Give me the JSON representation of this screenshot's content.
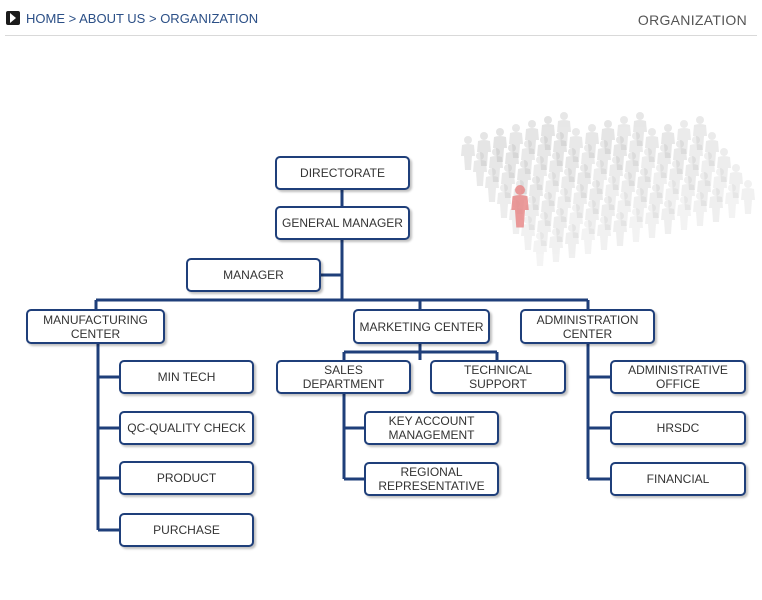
{
  "breadcrumb": {
    "home": "HOME",
    "about": "ABOUT US",
    "current": "ORGANIZATION",
    "separator": ">"
  },
  "page_title": "ORGANIZATION",
  "colors": {
    "line": "#1f3f7a",
    "link": "#2b4f86",
    "highlight_figure": "#e88a8a"
  },
  "org": {
    "directorate": "DIRECTORATE",
    "general_manager": "GENERAL MANAGER",
    "manager": "MANAGER",
    "manufacturing": {
      "title": "MANUFACTURING CENTER",
      "children": [
        "MIN TECH",
        "QC-QUALITY CHECK",
        "PRODUCT",
        "PURCHASE"
      ]
    },
    "marketing": {
      "title": "MARKETING CENTER",
      "sales": "SALES DEPARTMENT",
      "technical": "TECHNICAL SUPPORT",
      "sales_children": [
        "KEY ACCOUNT MANAGEMENT",
        "REGIONAL REPRESENTATIVE"
      ]
    },
    "administration": {
      "title": "ADMINISTRATION CENTER",
      "children": [
        "ADMINISTRATIVE OFFICE",
        "HRSDC",
        "FINANCIAL"
      ]
    }
  }
}
